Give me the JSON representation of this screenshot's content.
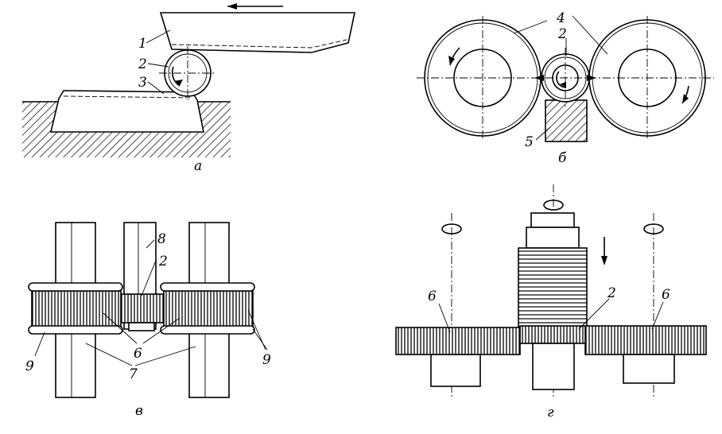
{
  "panels": {
    "a": {
      "caption": "а",
      "callouts": [
        "1",
        "2",
        "3"
      ]
    },
    "b": {
      "caption": "б",
      "callouts": [
        "4",
        "2",
        "5"
      ]
    },
    "v": {
      "caption": "в",
      "callouts": [
        "8",
        "2",
        "6",
        "7",
        "9",
        "9"
      ]
    },
    "g": {
      "caption": "г",
      "callouts": [
        "6",
        "2",
        "6"
      ]
    }
  },
  "colors": {
    "ink": "#000000",
    "paper": "#ffffff"
  },
  "icons": [
    "motion-arrow-icon",
    "rotation-arrow-icon",
    "feed-arrow-icon"
  ]
}
